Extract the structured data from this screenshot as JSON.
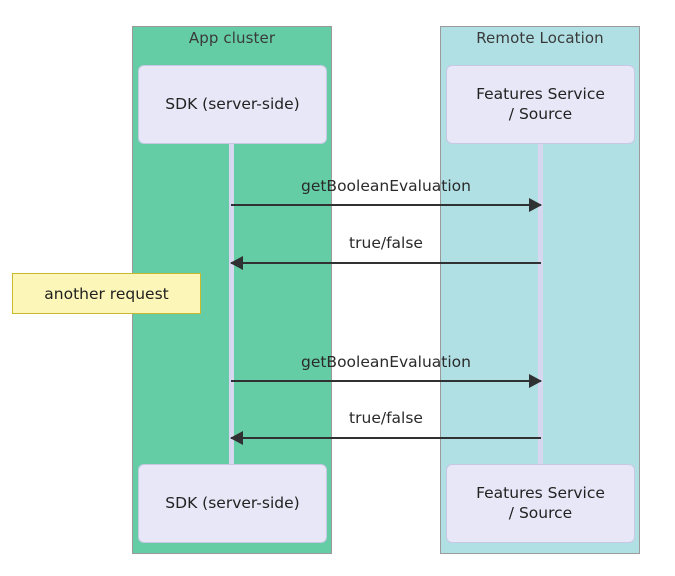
{
  "diagram": {
    "type": "sequence-diagram",
    "background": "#ffffff",
    "participants": [
      {
        "id": "left",
        "group_title": "App cluster",
        "group_color": "#64cda6",
        "box_label_top": "SDK (server-side)",
        "box_label_bottom": "SDK (server-side)",
        "box_color": "#e7e7f8",
        "lifeline_color": "#d7d7f0"
      },
      {
        "id": "right",
        "group_title": "Remote Location",
        "group_color": "#b0dfe4",
        "box_label_top": "Features Service\n/ Source",
        "box_label_bottom": "Features Service\n/ Source",
        "box_color": "#e7e7f8",
        "lifeline_color": "#d7d7f0"
      }
    ],
    "messages": [
      {
        "id": "m1",
        "label": "getBooleanEvaluation",
        "direction": "left-to-right",
        "arrow": "solid-filled"
      },
      {
        "id": "m2",
        "label": "true/false",
        "direction": "right-to-left",
        "arrow": "solid-filled"
      },
      {
        "id": "m3",
        "label": "getBooleanEvaluation",
        "direction": "left-to-right",
        "arrow": "solid-filled"
      },
      {
        "id": "m4",
        "label": "true/false",
        "direction": "right-to-left",
        "arrow": "solid-filled"
      }
    ],
    "notes": [
      {
        "id": "note1",
        "text": "another request",
        "fill": "#fcf6b8",
        "border": "#c9b92c"
      }
    ]
  }
}
